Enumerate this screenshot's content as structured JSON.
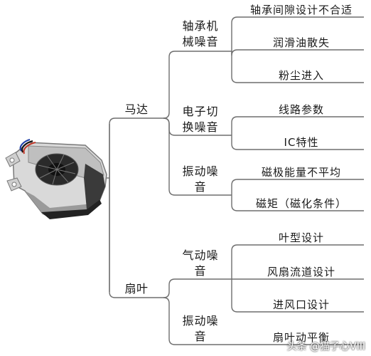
{
  "colors": {
    "line": "#6e6e6e",
    "text": "#1a1a1a"
  },
  "root": {
    "icon": "laptop-fan-image"
  },
  "branches": [
    {
      "label": "马达",
      "categories": [
        {
          "label": "轴承机\n械噪音",
          "leaves": [
            "轴承间隙设计不合适",
            "润滑油散失",
            "粉尘进入"
          ]
        },
        {
          "label": "电子切\n换噪音",
          "leaves": [
            "线路参数",
            "IC特性"
          ]
        },
        {
          "label": "振动噪\n音",
          "leaves": [
            "磁极能量不平均",
            "磁矩（磁化条件）"
          ]
        }
      ]
    },
    {
      "label": "扇叶",
      "categories": [
        {
          "label": "气动噪\n音",
          "leaves": [
            "叶型设计",
            "风扇流道设计",
            "进风口设计"
          ]
        },
        {
          "label": "振动噪\n音",
          "leaves": [
            "扇叶动平衡"
          ]
        }
      ]
    }
  ],
  "watermark": "头条 @猫子心VIII"
}
